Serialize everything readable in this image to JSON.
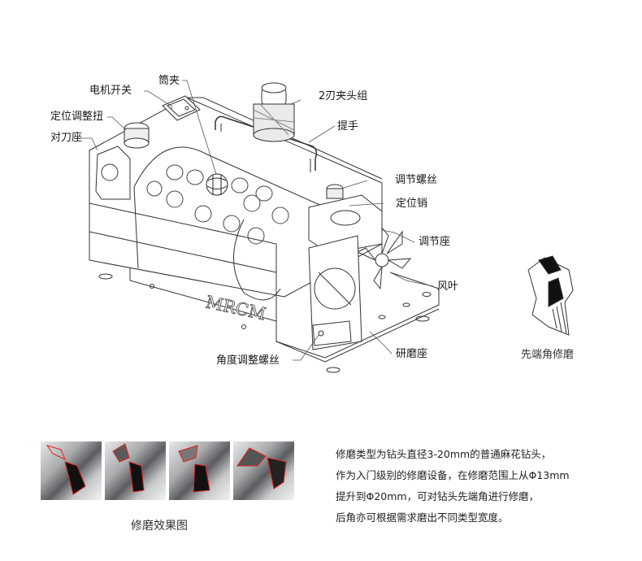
{
  "diagram": {
    "brand_mark": "MRCM",
    "callouts": [
      {
        "id": "collet",
        "text": "筒夹"
      },
      {
        "id": "motor-switch",
        "text": "电机开关"
      },
      {
        "id": "positioning-knob",
        "text": "定位调整扭"
      },
      {
        "id": "tool-setting-seat",
        "text": "对刀座"
      },
      {
        "id": "two-flute-chuck-set",
        "text": "2刃夹头组"
      },
      {
        "id": "handle",
        "text": "提手"
      },
      {
        "id": "adjusting-screw",
        "text": "调节螺丝"
      },
      {
        "id": "locating-pin",
        "text": "定位销"
      },
      {
        "id": "adjusting-seat",
        "text": "调节座"
      },
      {
        "id": "fan-blade",
        "text": "风叶"
      },
      {
        "id": "grinding-seat",
        "text": "研磨座"
      },
      {
        "id": "angle-adjust-screw",
        "text": "角度调整螺丝"
      }
    ],
    "tip_caption": "先端角修磨"
  },
  "results": {
    "caption": "修磨效果图",
    "photo_count": 4,
    "highlight_color": "#e02020"
  },
  "description": {
    "lines": [
      "修磨类型为钻头直径3-20mm的普通麻花钻头，",
      "作为入门级别的修磨设备，在修磨范围上从Φ13mm",
      "提升到Φ20mm，可对钻头先端角进行修磨，",
      "后角亦可根据需求磨出不同类型宽度。"
    ]
  }
}
